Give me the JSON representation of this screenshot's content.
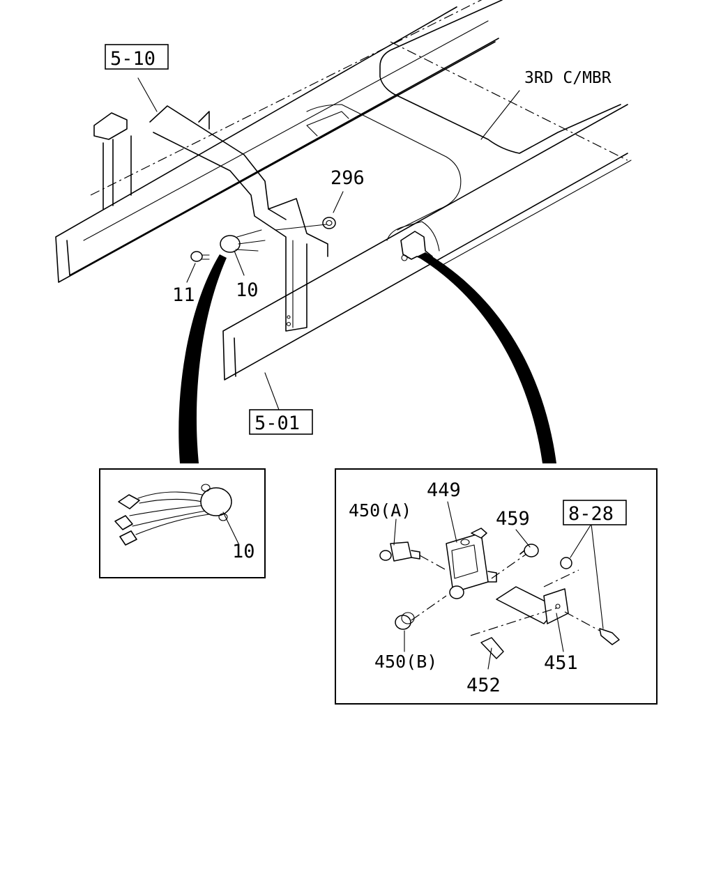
{
  "labels": {
    "ref_frame": "5-10",
    "ref_rail": "5-01",
    "ref_fastener": "8-28",
    "crossmember": "3RD C/MBR",
    "p296": "296",
    "p11": "11",
    "p10": "10",
    "p10_detail": "10",
    "p449": "449",
    "p450a": "450(A)",
    "p459": "459",
    "p450b": "450(B)",
    "p452": "452",
    "p451": "451"
  }
}
